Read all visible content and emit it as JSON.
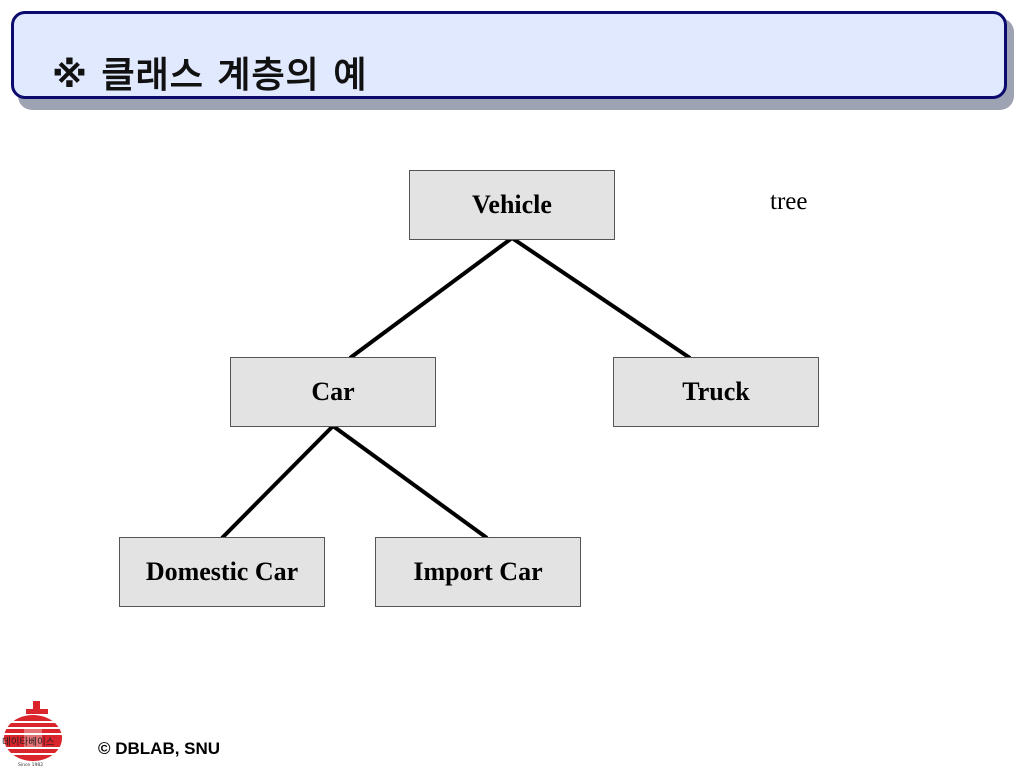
{
  "slide": {
    "title": "※ 클래스 계층의 예",
    "annotation": "tree",
    "footer": "© DBLAB, SNU"
  },
  "diagram": {
    "nodes": [
      {
        "id": "vehicle",
        "label": "Vehicle"
      },
      {
        "id": "car",
        "label": "Car"
      },
      {
        "id": "truck",
        "label": "Truck"
      },
      {
        "id": "domestic_car",
        "label": "Domestic Car"
      },
      {
        "id": "import_car",
        "label": "Import Car"
      }
    ],
    "edges": [
      {
        "from": "vehicle",
        "to": "car"
      },
      {
        "from": "vehicle",
        "to": "truck"
      },
      {
        "from": "car",
        "to": "domestic_car"
      },
      {
        "from": "car",
        "to": "import_car"
      }
    ]
  },
  "logo": {
    "text": "데이타베이스",
    "subtext": "Since 1982",
    "color": "#d9252b"
  }
}
